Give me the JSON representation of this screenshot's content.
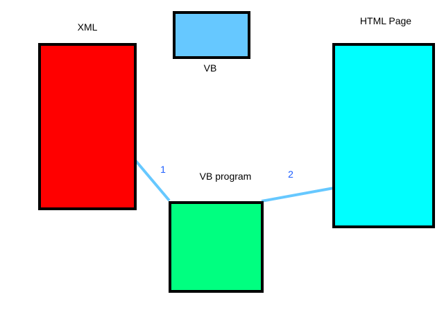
{
  "nodes": {
    "xml": {
      "label": "XML",
      "color": "#ff0000"
    },
    "vb": {
      "label": "VB",
      "color": "#66c8ff"
    },
    "vb_program": {
      "label": "VB program",
      "color": "#00ff80"
    },
    "html_page": {
      "label": "HTML Page",
      "color": "#00ffff"
    }
  },
  "edges": [
    {
      "from": "xml",
      "to": "vb_program",
      "label": "1"
    },
    {
      "from": "vb_program",
      "to": "html_page",
      "label": "2"
    }
  ],
  "edge_color": "#66c8ff",
  "edge_label_color": "#1a5cff"
}
